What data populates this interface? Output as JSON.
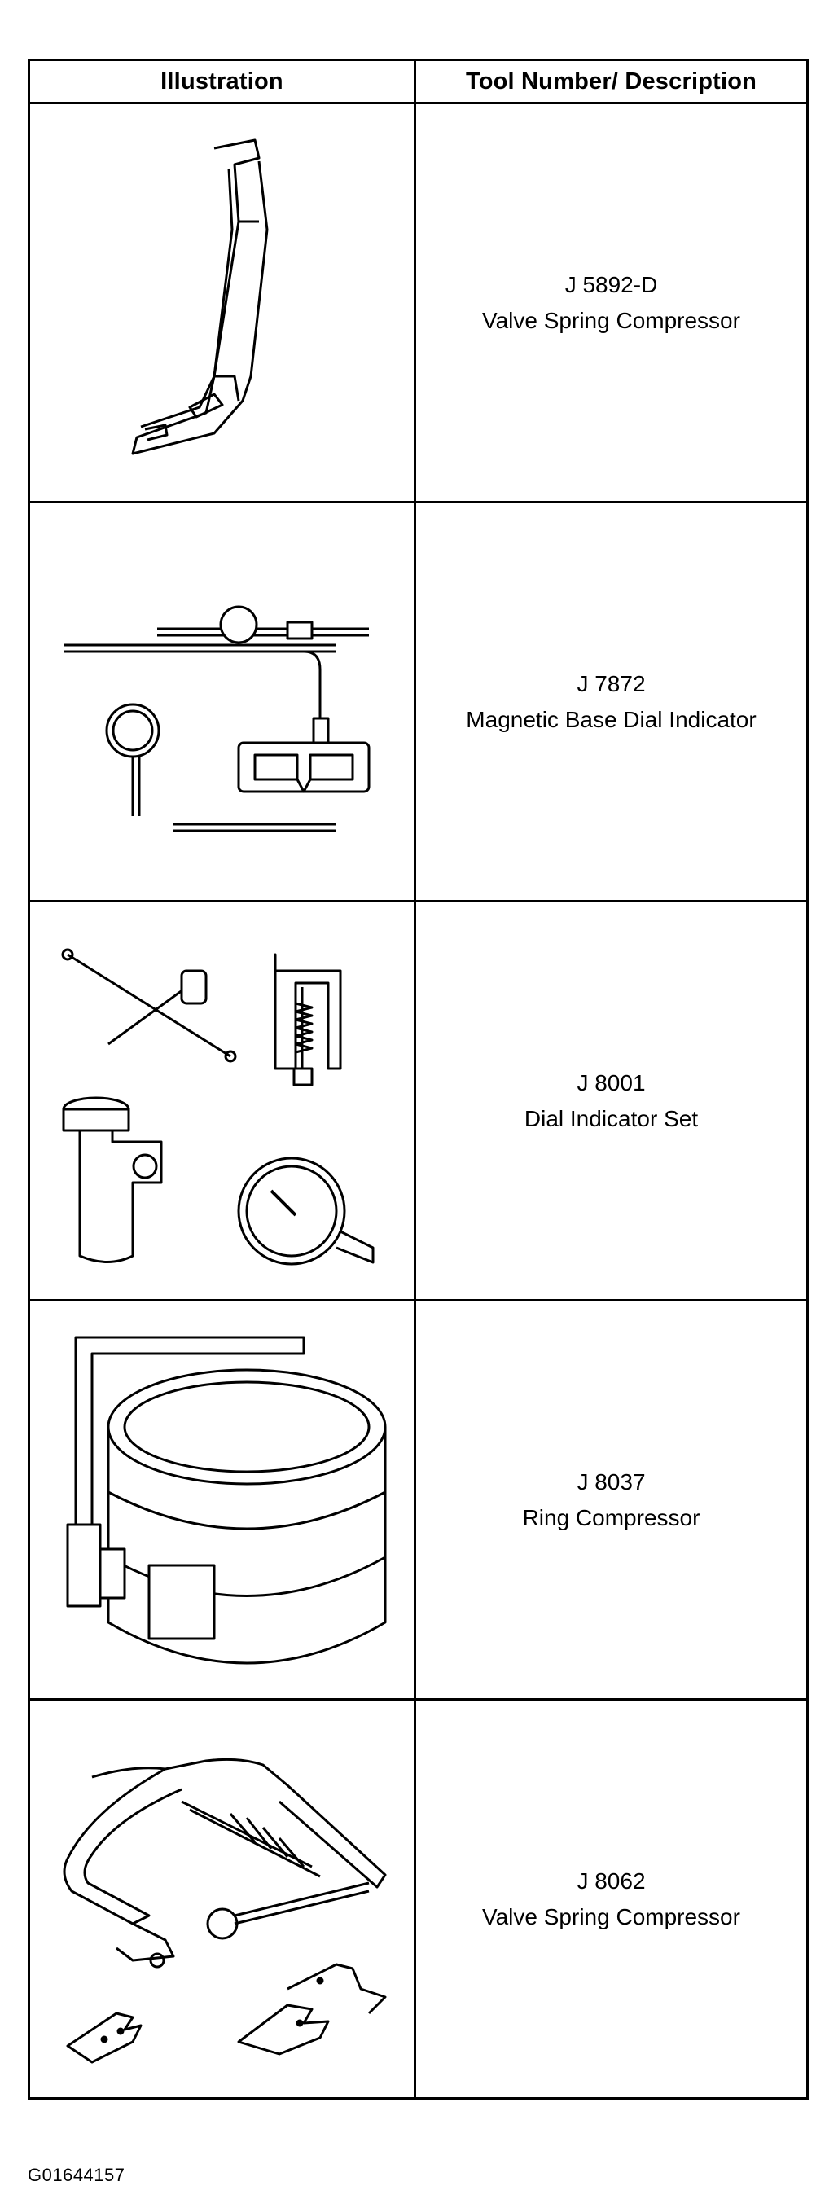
{
  "table": {
    "headers": {
      "illustration": "Illustration",
      "description": "Tool Number/ Description"
    },
    "rows": [
      {
        "tool_number": "J 5892-D",
        "description": "Valve Spring Compressor",
        "illustration_icon": "valve-spring-compressor-lever-icon"
      },
      {
        "tool_number": "J 7872",
        "description": "Magnetic Base Dial Indicator",
        "illustration_icon": "magnetic-base-dial-indicator-icon"
      },
      {
        "tool_number": "J 8001",
        "description": "Dial Indicator Set",
        "illustration_icon": "dial-indicator-set-icon"
      },
      {
        "tool_number": "J 8037",
        "description": "Ring Compressor",
        "illustration_icon": "ring-compressor-icon"
      },
      {
        "tool_number": "J 8062",
        "description": "Valve Spring Compressor",
        "illustration_icon": "c-clamp-valve-spring-compressor-icon"
      }
    ]
  },
  "figure_id": "G01644157"
}
